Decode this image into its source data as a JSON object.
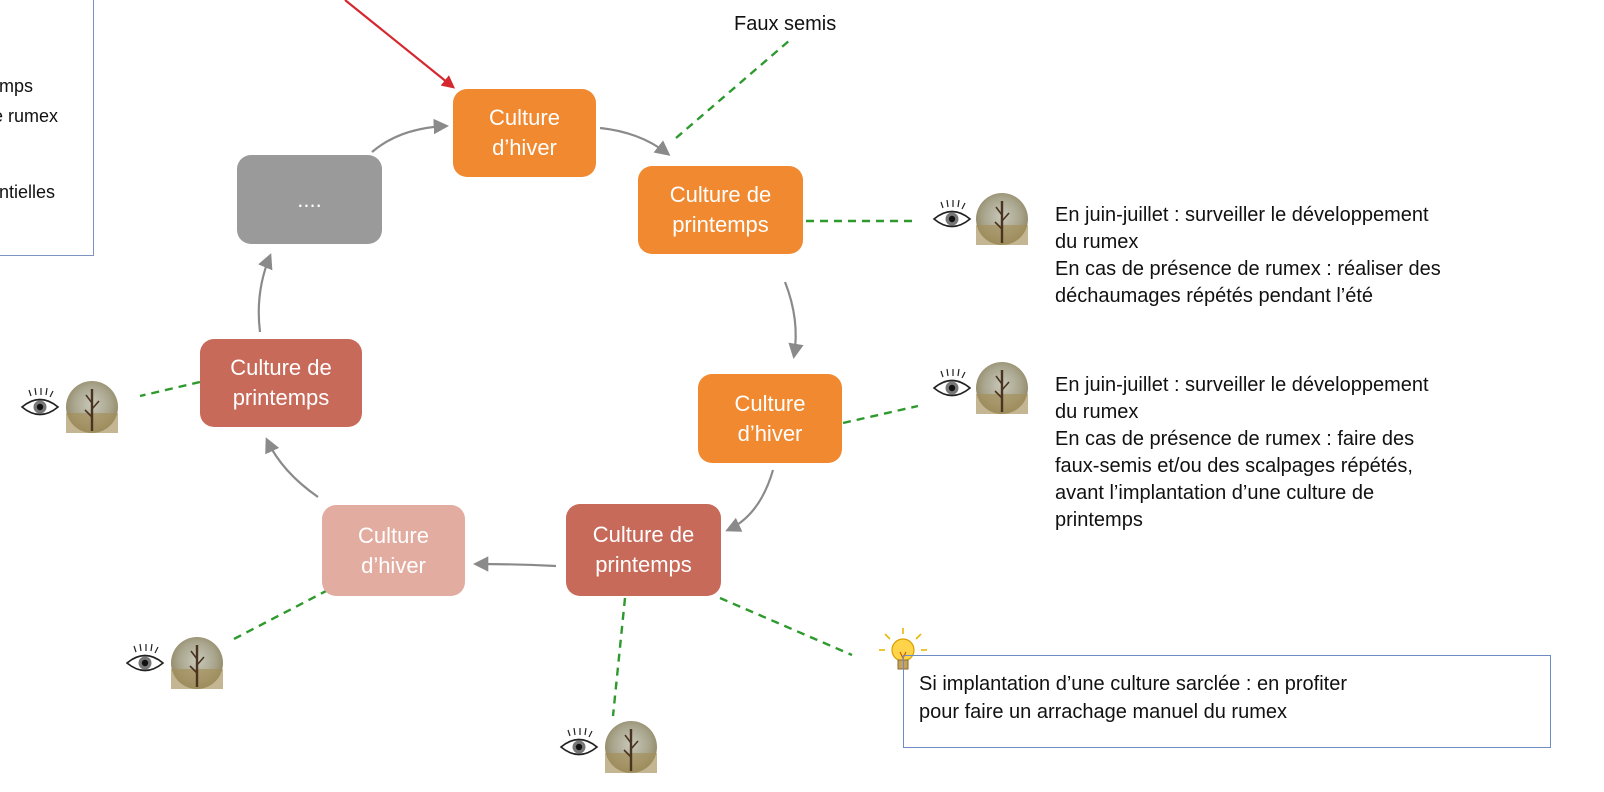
{
  "legend": {
    "lines": [
      "mps",
      "e rumex",
      "ntielles"
    ]
  },
  "top_label": "Faux semis",
  "boxes": {
    "winter_top": "Culture\nd’hiver",
    "spring_right": "Culture de\nprintemps",
    "winter_right": "Culture\nd’hiver",
    "spring_bottom": "Culture de\nprintemps",
    "winter_bottom_left": "Culture\nd’hiver",
    "spring_left": "Culture de\nprintemps",
    "gray": "...."
  },
  "notes": {
    "note1": {
      "line1": "En juin-juillet : surveiller le développement",
      "line2": "du rumex",
      "line3": "En cas de présence de rumex : réaliser des",
      "line4": "déchaumages répétés pendant l’été"
    },
    "note2": {
      "line1": "En juin-juillet : surveiller le développement",
      "line2": "du rumex",
      "line3": "En cas de présence de rumex : faire des",
      "line4": "faux-semis et/ou des scalpages répétés,",
      "line5": "avant l’implantation d’une culture de",
      "line6": "printemps"
    }
  },
  "tip": {
    "line1": "Si implantation d’une culture sarclée : en profiter",
    "line2": "pour faire un arrachage manuel du rumex"
  },
  "icons": {
    "eye": "eye-icon",
    "plant": "rumex-photo-icon",
    "bulb": "lightbulb-icon"
  },
  "colors": {
    "orange": "#f0892f",
    "gray": "#9a9a9a",
    "red": "#c86a5a",
    "pink": "#e2aca0",
    "arrow": "#8a8a8a",
    "dashed": "#2e9a2e",
    "red_arrow": "#d4282e",
    "frame": "#7d93c2"
  }
}
